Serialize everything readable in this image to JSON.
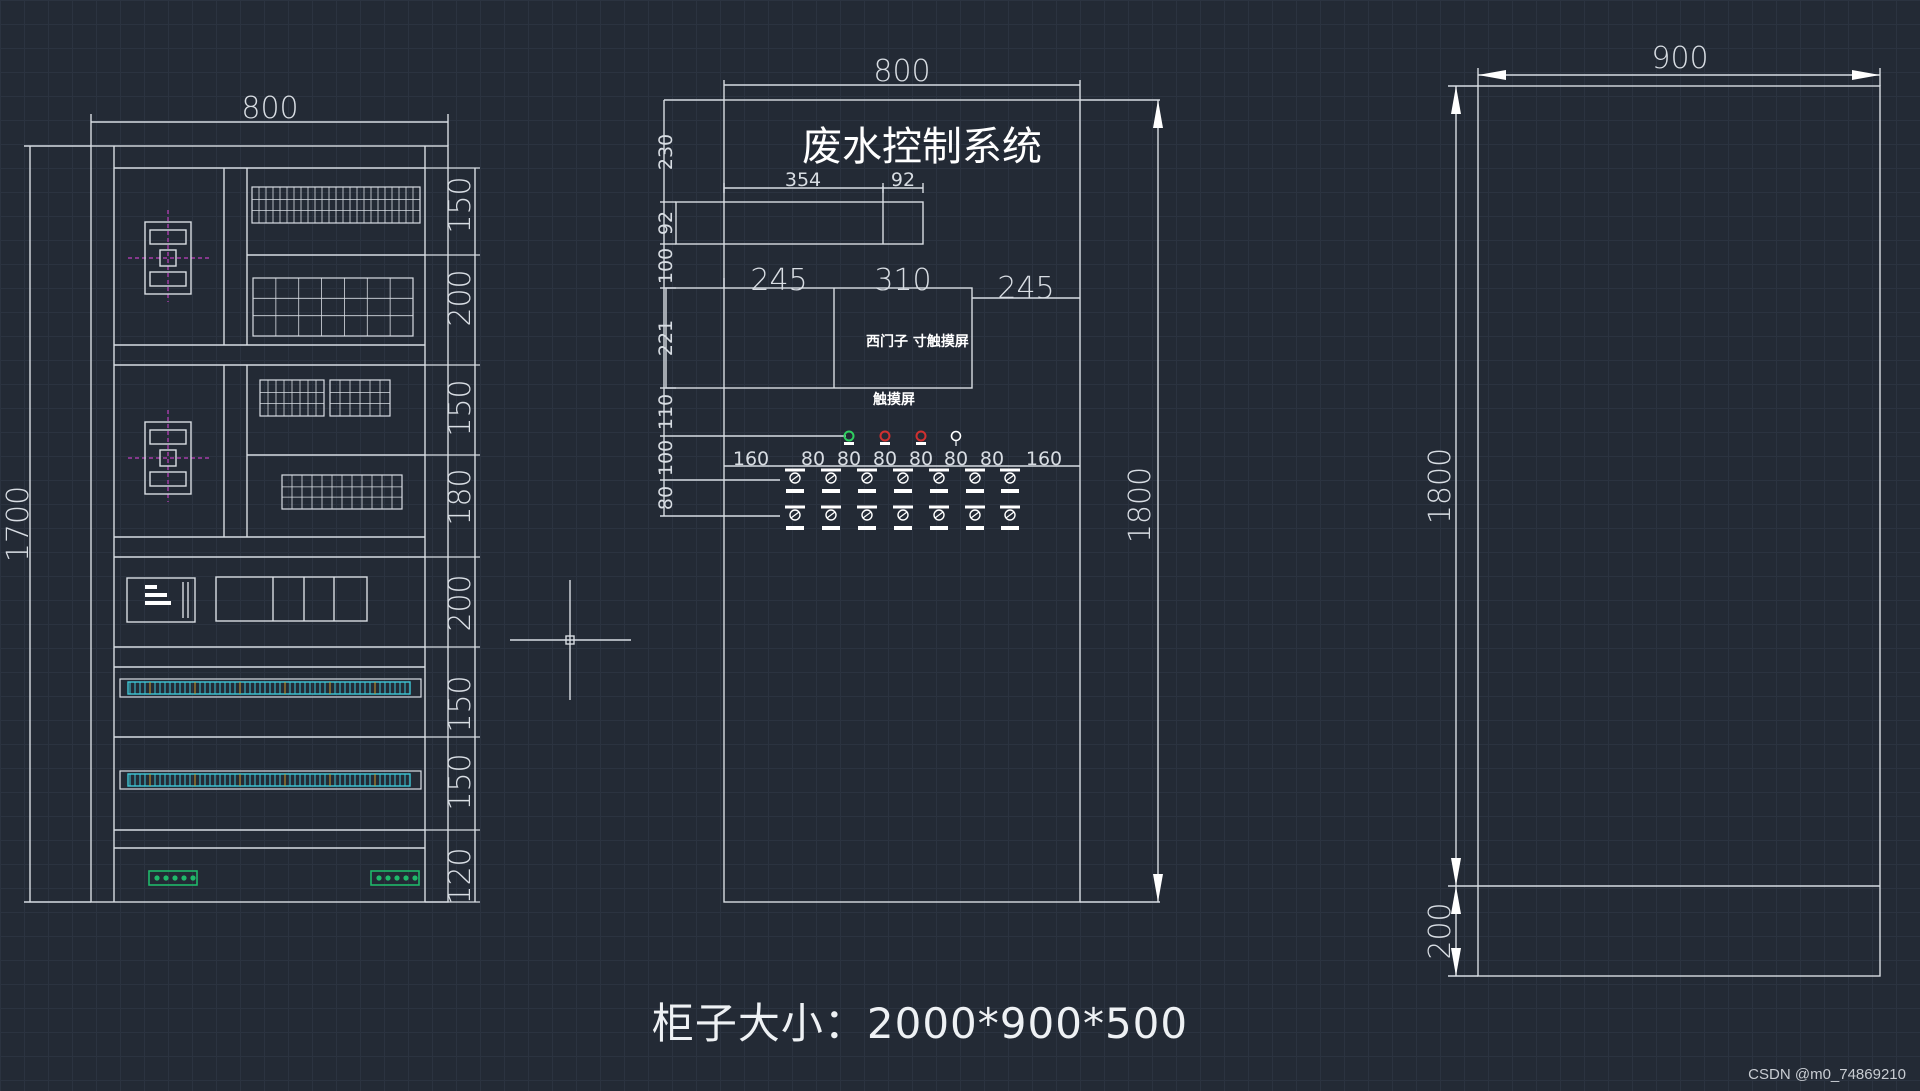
{
  "caption": "柜子大小：2000*900*500",
  "watermark": "CSDN @m0_74869210",
  "left_view": {
    "width_dim": "800",
    "height_dim": "1700",
    "row_dims": [
      "150",
      "200",
      "150",
      "180",
      "200",
      "150",
      "150",
      "120"
    ]
  },
  "middle_view": {
    "title": "废水控制系统",
    "width_dim": "800",
    "height_dim": "1800",
    "top_dims": [
      "354",
      "92"
    ],
    "panel_dims": [
      "245",
      "310",
      "245"
    ],
    "panel_label": "西门子   寸触摸屏",
    "sub_label": "触摸屏",
    "left_dims": [
      "230",
      "92",
      "100",
      "221",
      "110",
      "100",
      "80"
    ],
    "switch_dims": [
      "160",
      "80",
      "80",
      "80",
      "80",
      "80",
      "80",
      "160"
    ]
  },
  "right_view": {
    "width_dim": "900",
    "height_dim": "1800",
    "base_dim": "200"
  },
  "colors": {
    "background": "#232a35",
    "line": "#d8dde3",
    "magenta_axis": "#c040c0",
    "cyan_terminal": "#3ec8d8",
    "green_terminal": "#1fb86a",
    "green_lamp": "#2fd060",
    "red_lamp": "#d03030"
  }
}
